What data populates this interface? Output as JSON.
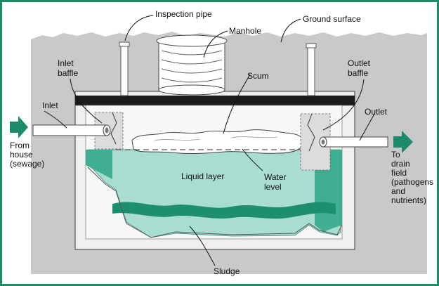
{
  "colors": {
    "frame": "#1d8a6a",
    "ground": "#c9c9cb",
    "tank_wall": "#efefef",
    "water": "#a8ddd0",
    "water_dark": "#3fae93",
    "sludge_band": "#1e8f6c",
    "scum": "#ffffff",
    "lid": "#1c1c1c",
    "arrow": "#1d8a6a"
  },
  "labels": {
    "inspection_pipe": "Inspection pipe",
    "manhole": "Manhole",
    "ground_surface": "Ground surface",
    "inlet_baffle_1": "Inlet",
    "inlet_baffle_2": "baffle",
    "scum": "Scum",
    "outlet_baffle_1": "Outlet",
    "outlet_baffle_2": "baffle",
    "inlet": "Inlet",
    "outlet": "Outlet",
    "from_house_1": "From",
    "from_house_2": "house",
    "from_house_3": "(sewage)",
    "liquid_layer": "Liquid layer",
    "water_level_1": "Water",
    "water_level_2": "level",
    "to_drain_1": "To",
    "to_drain_2": "drain",
    "to_drain_3": "field",
    "to_drain_4": "(pathogens",
    "to_drain_5": "and",
    "to_drain_6": "nutrients)",
    "sludge": "Sludge"
  }
}
